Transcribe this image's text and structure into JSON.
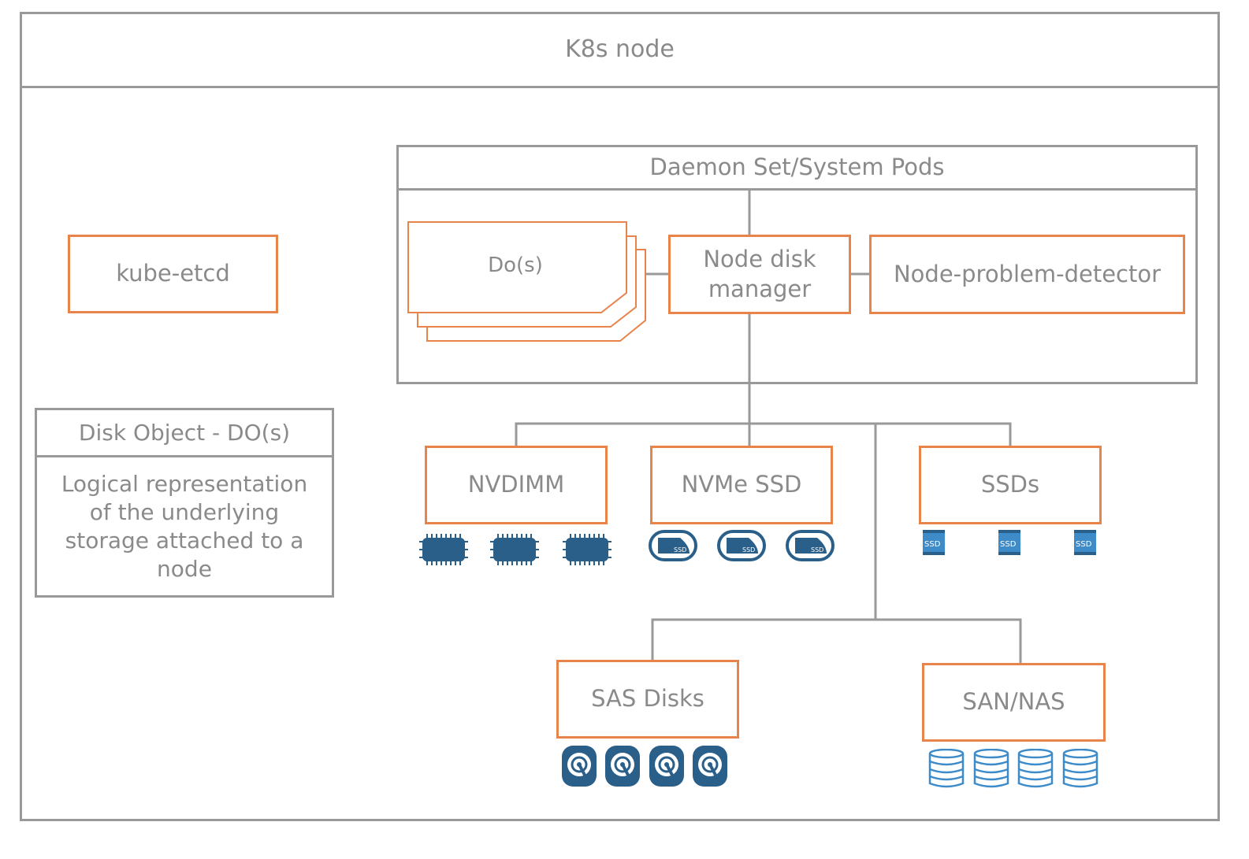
{
  "node": {
    "title": "K8s node"
  },
  "daemon": {
    "title": "Daemon Set/System Pods"
  },
  "kube_etcd": {
    "label": "kube-etcd"
  },
  "legend": {
    "title": "Disk Object - DO(s)",
    "description": "Logical representation of the underlying storage attached to a node"
  },
  "dos": {
    "label": "Do(s)"
  },
  "ndm": {
    "label": "Node disk manager"
  },
  "npd": {
    "label": "Node-problem-detector"
  },
  "devices": {
    "nvdimm": {
      "label": "NVDIMM",
      "icon": "memory-chip-icon"
    },
    "nvme": {
      "label": "NVMe SSD",
      "icon": "nvme-ssd-icon",
      "icon_text": "SSD"
    },
    "ssds": {
      "label": "SSDs",
      "icon": "ssd-icon",
      "icon_text": "SSD"
    },
    "sas": {
      "label": "SAS Disks",
      "icon": "hard-disk-icon"
    },
    "san": {
      "label": "SAN/NAS",
      "icon": "storage-array-icon"
    }
  },
  "colors": {
    "frame": "#999999",
    "accent": "#e8834a",
    "icon_dark": "#2a5f8a",
    "icon_light": "#3d8bc9",
    "text": "#8a8a8a"
  }
}
